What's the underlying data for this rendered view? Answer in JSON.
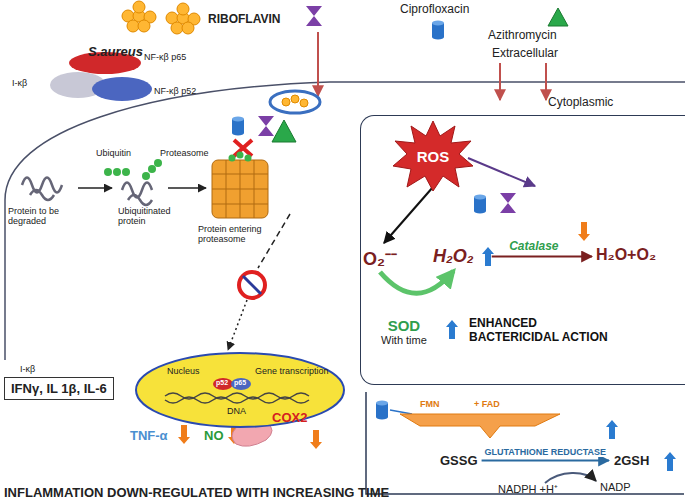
{
  "diagram": {
    "nodes": [
      {
        "text": [
          "ENHANCED BACTERICIDAL ACTION"
        ]
      },
      {
        "text": [
          "ROS"
        ],
        "in": 0
      },
      {
        "text": [
          "O₂⁻⁻"
        ],
        "in": 0
      },
      {
        "text": [
          "H₂O₂"
        ],
        "in": 0
      },
      {
        "text": [
          "H₂O+O₂"
        ],
        "in": 0
      },
      {
        "text": [
          "SOD",
          "With time"
        ],
        "in": 0
      },
      {
        "text": [
          "Nucleus",
          "Gene transcription",
          "DNA"
        ]
      },
      {
        "text": [
          "IFNγ, IL 1β, IL-6"
        ]
      },
      {
        "text": [
          "GSSG"
        ]
      },
      {
        "text": [
          "2GSH"
        ]
      }
    ],
    "edges": [
      {
        "from": 1,
        "to": 2,
        "arrow": "to"
      },
      {
        "from": 2,
        "to": 3,
        "arrow": "to"
      },
      {
        "from": 3,
        "to": 4,
        "label": "Catalase",
        "arrow": "to"
      },
      {
        "from": 8,
        "to": 9,
        "label": "GLUTATHIONE REDUCTASE",
        "arrow": "to"
      }
    ],
    "labels": [
      "S.aureus",
      "RIBOFLAVIN",
      "Ciprofloxacin",
      "Azithromycin",
      "Extracellular",
      "Cytoplasmic",
      "NF-κβ p65",
      "I-κβ",
      "NF-κβ p52",
      "Ubiquitin",
      "Proteasome",
      "Protein to be degraded",
      "Ubiquitinated protein",
      "Protein entering proteasome",
      "I-κβ",
      "p52",
      "p65",
      "TNF-α",
      "NO",
      "COX2",
      "FMN",
      "+ FAD",
      "NADPH +H⁺",
      "NADP",
      "INFLAMMATION DOWN-REGULATED WITH INCREASING TIME"
    ]
  }
}
